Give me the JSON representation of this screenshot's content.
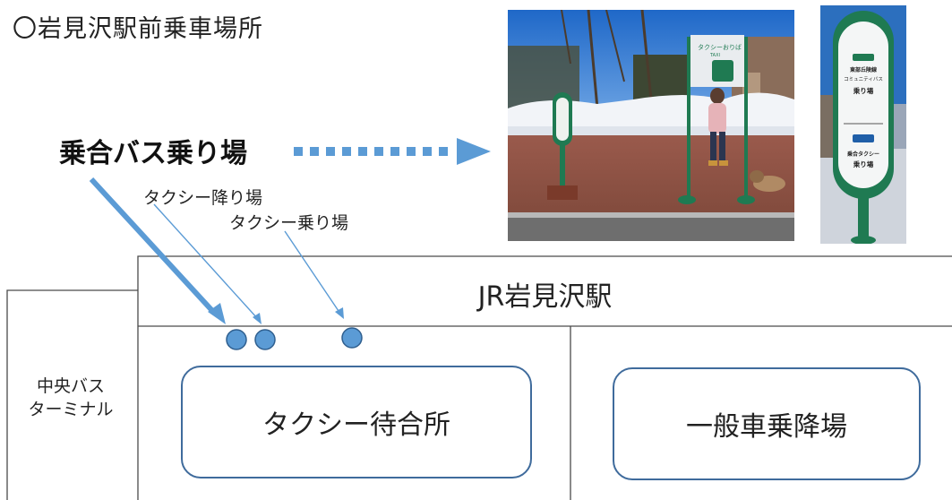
{
  "title": "〇岩見沢駅前乗車場所",
  "bus_stop_label": "乗合バス乗り場",
  "taxi_dropoff_label": "タクシー降り場",
  "taxi_pickup_label": "タクシー乗り場",
  "station_name": "JR岩見沢駅",
  "bus_terminal_label": [
    "中央バス",
    "ターミナル"
  ],
  "taxi_waiting_label": "タクシー待合所",
  "general_car_label": "一般車乗降場",
  "photo_sign": {
    "top_text": "タクシーおりば",
    "sub_text": "TAXI"
  },
  "photo_pole_sign": {
    "line1": "東部丘陵線",
    "line2": "コミュニティバス",
    "line3": "乗り場",
    "line4": "乗合タクシー",
    "line5": "乗り場"
  },
  "colors": {
    "line": "#4a4a4a",
    "arrow_blue": "#5b9bd5",
    "box_border": "#3f6b9c",
    "marker_fill": "#5b9bd5",
    "marker_stroke": "#2f5f8f"
  }
}
